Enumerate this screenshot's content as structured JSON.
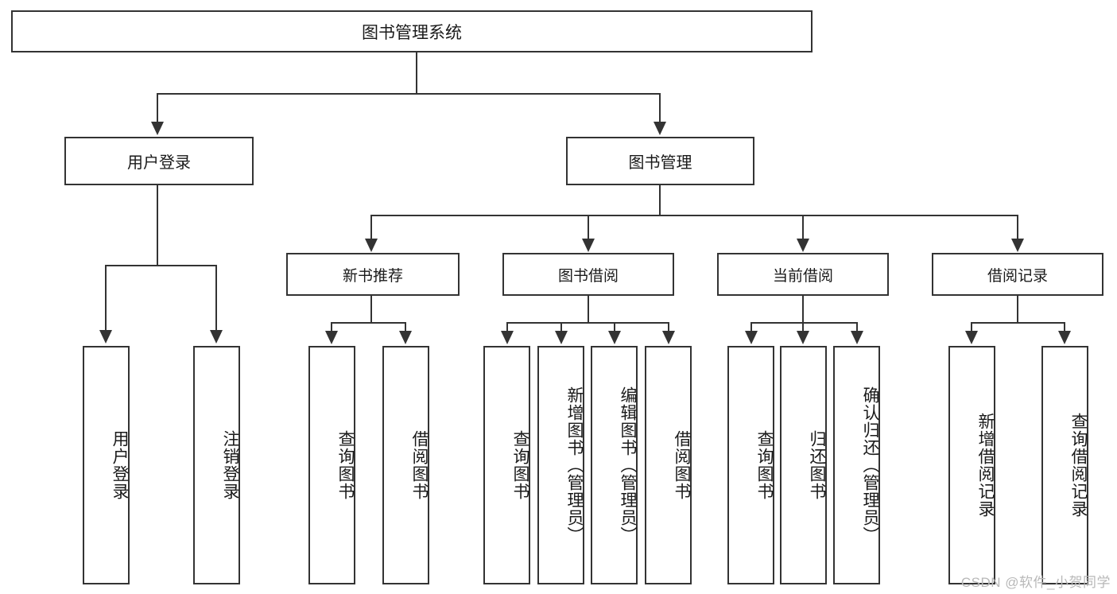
{
  "diagram": {
    "title": "图书管理系统",
    "root": {
      "label": "图书管理系统"
    },
    "level1": [
      {
        "label": "用户登录"
      },
      {
        "label": "图书管理"
      }
    ],
    "level2": [
      {
        "label": "新书推荐"
      },
      {
        "label": "图书借阅"
      },
      {
        "label": "当前借阅"
      },
      {
        "label": "借阅记录"
      }
    ],
    "leaves": {
      "user_login": [
        {
          "label": "用户登录"
        },
        {
          "label": "注销登录"
        }
      ],
      "new_book_recommend": [
        {
          "label": "查询图书"
        },
        {
          "label": "借阅图书"
        }
      ],
      "book_borrow": [
        {
          "label": "查询图书"
        },
        {
          "label": "新增图书（管理员）"
        },
        {
          "label": "编辑图书（管理员）"
        },
        {
          "label": "借阅图书"
        }
      ],
      "current_borrow": [
        {
          "label": "查询图书"
        },
        {
          "label": "归还图书"
        },
        {
          "label": "确认归还（管理员）"
        }
      ],
      "borrow_records": [
        {
          "label": "新增借阅记录"
        },
        {
          "label": "查询借阅记录"
        }
      ]
    },
    "watermark": "CSDN @软件_小贺同学",
    "colors": {
      "border": "#333333",
      "background": "#ffffff",
      "text": "#1a1a1a",
      "watermark": "#b8b8b8"
    }
  }
}
